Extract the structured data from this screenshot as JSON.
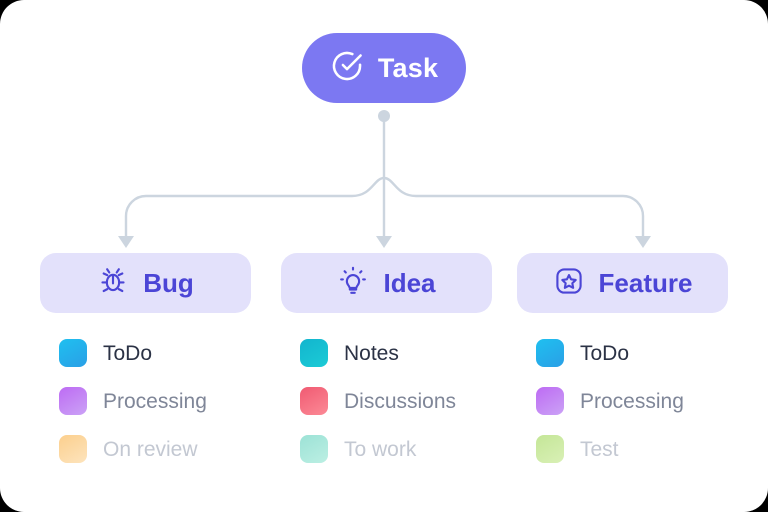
{
  "diagram": {
    "type": "tree",
    "root": {
      "label": "Task",
      "icon": "check-circle-icon",
      "background": "#7c78f2",
      "text_color": "#ffffff"
    },
    "connector": {
      "color": "#ccd5df",
      "style": "elbow-curved-with-arrowheads",
      "branch_count": 3
    },
    "children": [
      {
        "key": "bug",
        "label": "Bug",
        "icon": "bug-icon",
        "background": "#e3e1fb",
        "text_color": "#4b45d6",
        "statuses": [
          {
            "label": "ToDo",
            "color": "#29a8e8",
            "color_end": "#1fc0f0"
          },
          {
            "label": "Processing",
            "color": "#c06ef0",
            "color_end": "#c79bf5"
          },
          {
            "label": "On review",
            "color": "#fbd59a",
            "color_end": "#fde2b6"
          }
        ]
      },
      {
        "key": "idea",
        "label": "Idea",
        "icon": "lightbulb-icon",
        "background": "#e3e1fb",
        "text_color": "#4b45d6",
        "statuses": [
          {
            "label": "Notes",
            "color": "#17b8cf",
            "color_end": "#19c8d8"
          },
          {
            "label": "Discussions",
            "color": "#f25f75",
            "color_end": "#fb8190"
          },
          {
            "label": "To work",
            "color": "#9fe4d8",
            "color_end": "#b6ece0"
          }
        ]
      },
      {
        "key": "feature",
        "label": "Feature",
        "icon": "star-square-icon",
        "background": "#e3e1fb",
        "text_color": "#4b45d6",
        "statuses": [
          {
            "label": "ToDo",
            "color": "#29a8e8",
            "color_end": "#1fc0f0"
          },
          {
            "label": "Processing",
            "color": "#c06ef0",
            "color_end": "#c79bf5"
          },
          {
            "label": "Test",
            "color": "#c5e69a",
            "color_end": "#d6eeb0"
          }
        ]
      }
    ]
  }
}
